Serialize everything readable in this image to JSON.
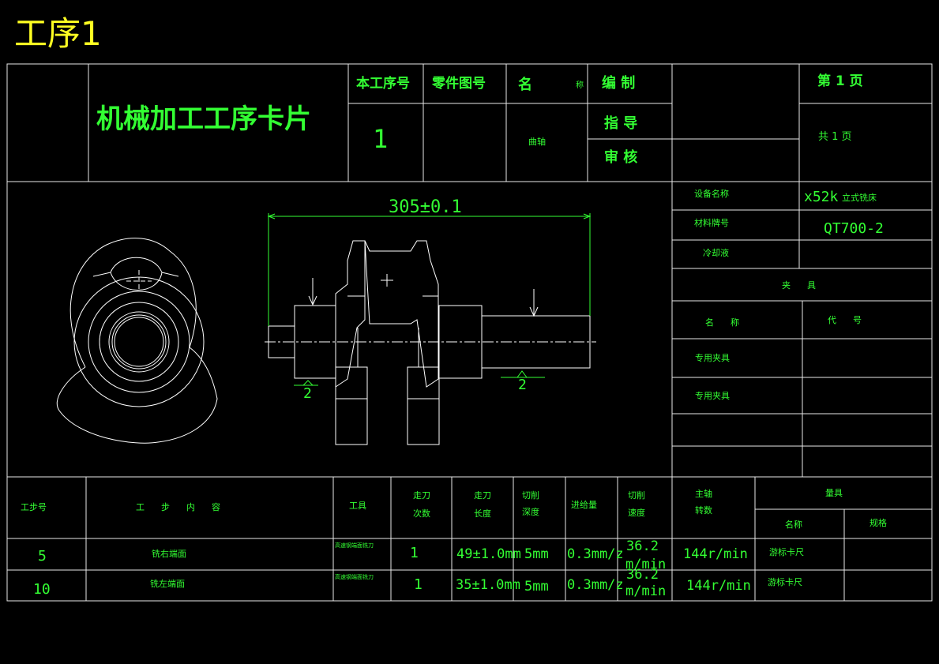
{
  "page_title": "工序1",
  "card_title": "机械加工工序卡片",
  "header": {
    "op_no_label": "本工序号",
    "op_no_value": "1",
    "part_drawing_label": "零件图号",
    "name_label_1": "名",
    "name_label_2": "称",
    "name_value": "曲轴",
    "compile_label": "编 制",
    "guide_label": "指 导",
    "review_label": "审 核",
    "page_no": "第   1    页",
    "page_total": "共   1    页"
  },
  "right_panel": {
    "equipment_label": "设备名称",
    "equipment_value_1": "x52k",
    "equipment_value_2": "立式铣床",
    "material_label": "材料牌号",
    "material_value": "QT700-2",
    "coolant_label": "冷却液",
    "fixture_label": "夹      具",
    "fixture_name_label": "名      称",
    "fixture_code_label": "代      号",
    "special_fixture_1": "专用夹具",
    "special_fixture_2": "专用夹具"
  },
  "drawing": {
    "dim_main": "305±0.1",
    "dim_left": "2",
    "dim_right": "2"
  },
  "table": {
    "headers": {
      "step_no": "工步号",
      "step_content": "工      步      内      容",
      "tool": "工具",
      "passes_1": "走刀",
      "passes_2": "次数",
      "length_1": "走刀",
      "length_2": "长度",
      "depth_1": "切削",
      "depth_2": "深度",
      "feed": "进给量",
      "speed_1": "切削",
      "speed_2": "速度",
      "spindle_1": "主轴",
      "spindle_2": "转数",
      "gauge": "量具",
      "gauge_name": "名称",
      "gauge_spec": "规格"
    },
    "rows": [
      {
        "step": "5",
        "content": "铣右端面",
        "tool": "高速钢端面铣刀",
        "passes": "1",
        "length": "49±1.0mm",
        "depth": "5mm",
        "feed": "0.3mm/z",
        "speed_1": "36.2",
        "speed_2": "m/min",
        "spindle": "144r/min",
        "gauge": "游标卡尺"
      },
      {
        "step": "10",
        "content": "铣左端面",
        "tool": "高速钢端面铣刀",
        "passes": "1",
        "length": "35±1.0mm",
        "depth": "5mm",
        "feed": "0.3mm/z",
        "speed_1": "36.2",
        "speed_2": "m/min",
        "spindle": "144r/min",
        "gauge": "游标卡尺"
      }
    ]
  }
}
